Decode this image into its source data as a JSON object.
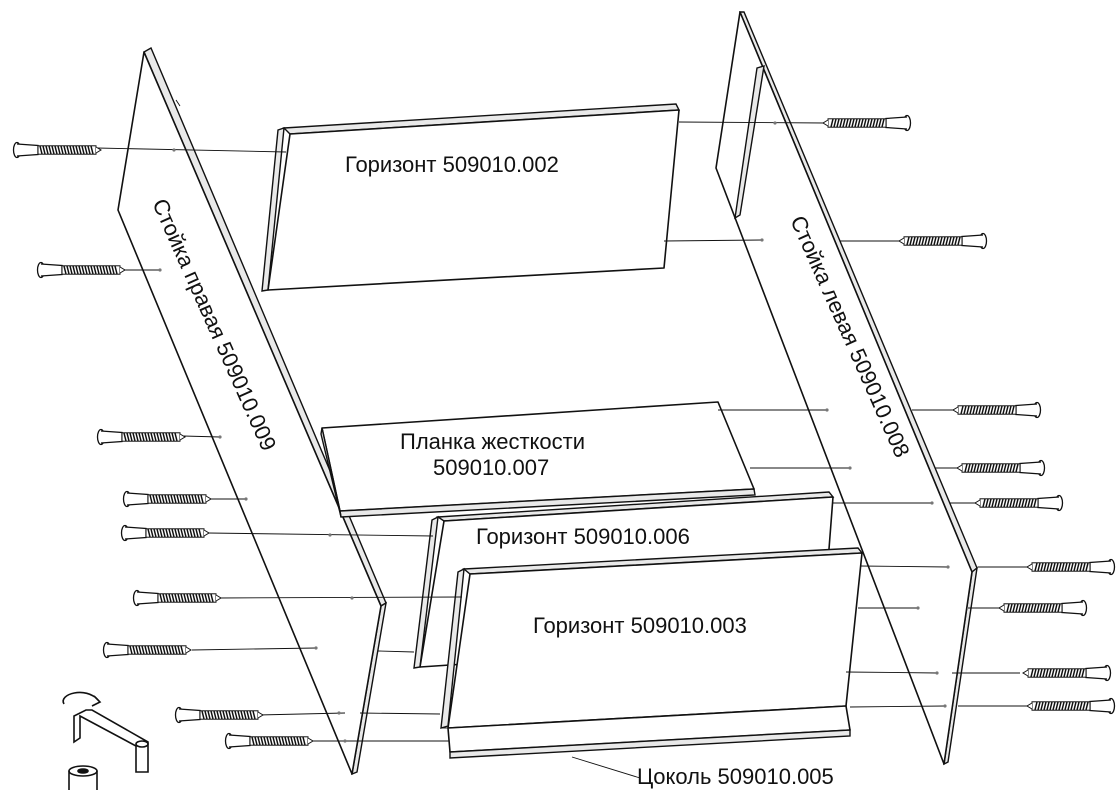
{
  "labels": {
    "horizont_top": "Горизонт 509010.002",
    "stiffener_line1": "Планка жесткости",
    "stiffener_line2": "509010.007",
    "horizont_mid": "Горизонт 509010.006",
    "horizont_low": "Горизонт 509010.003",
    "stand_right": "Стойка правая  509010.009",
    "stand_left": "Стойка левая 509010.008",
    "plinth": "Цоколь 509010.005"
  },
  "icons": {
    "fastener": "confirmat-screw-icon",
    "tool": "hex-key-icon"
  }
}
